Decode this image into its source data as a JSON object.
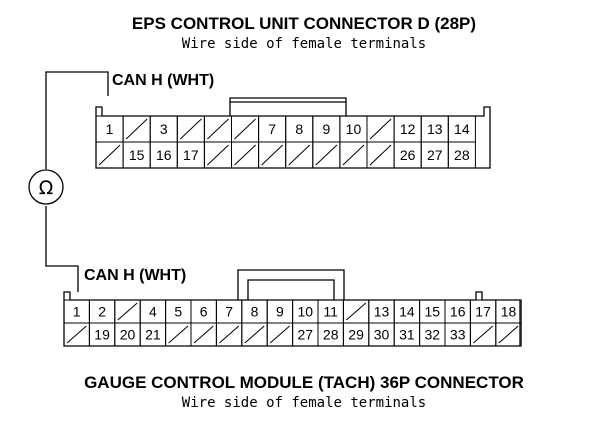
{
  "top_title": "EPS CONTROL UNIT CONNECTOR D (28P)",
  "top_subtitle": "Wire side of female terminals",
  "top_wire_label": "CAN H (WHT)",
  "meter_symbol": "Ω",
  "bottom_wire_label": "CAN H (WHT)",
  "bottom_title": "GAUGE CONTROL MODULE (TACH) 36P CONNECTOR",
  "bottom_subtitle": "Wire side of female terminals",
  "top_connector": {
    "row1": [
      "1",
      "",
      "3",
      "",
      "",
      "",
      "7",
      "8",
      "9",
      "10",
      "",
      "12",
      "13",
      "14"
    ],
    "row2": [
      "",
      "15",
      "16",
      "17",
      "",
      "",
      "",
      "",
      "",
      "",
      "",
      "26",
      "27",
      "28"
    ]
  },
  "bottom_connector": {
    "row1": [
      "1",
      "2",
      "",
      "4",
      "5",
      "6",
      "7",
      "8",
      "9",
      "10",
      "11",
      "",
      "13",
      "14",
      "15",
      "16",
      "17",
      "18"
    ],
    "row2": [
      "",
      "19",
      "20",
      "21",
      "",
      "",
      "",
      "",
      "",
      "27",
      "28",
      "29",
      "30",
      "31",
      "32",
      "33",
      "",
      ""
    ]
  }
}
